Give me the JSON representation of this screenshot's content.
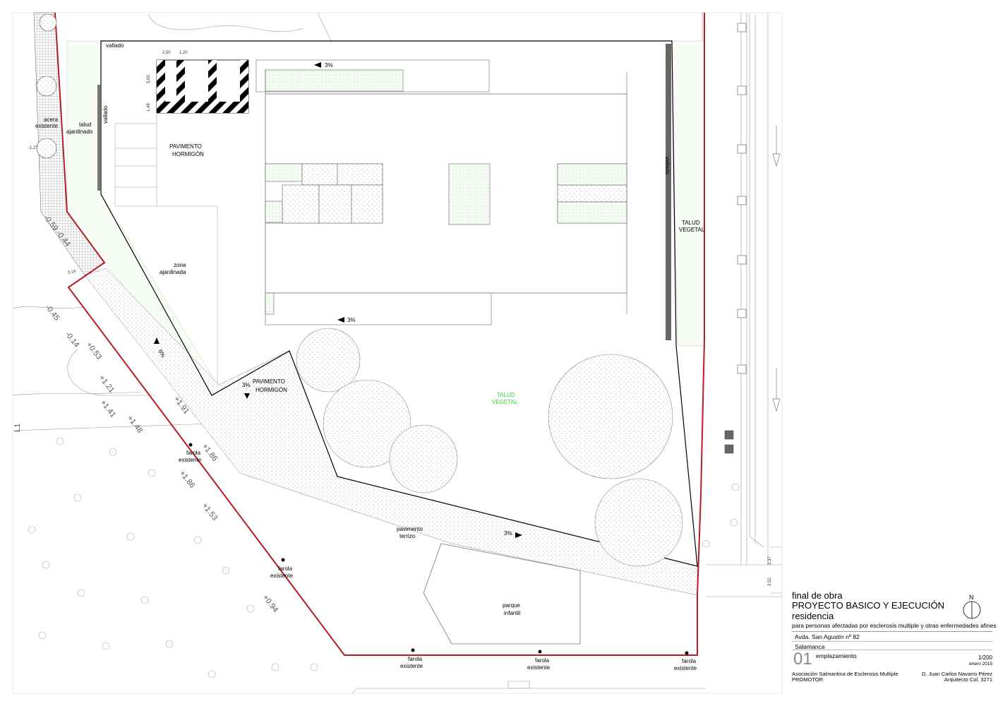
{
  "sheet": {
    "labels": {
      "vallado_top": "vallado",
      "vallado_left": "vallado",
      "vallado_right": "vallado",
      "dim_250": "2,50",
      "dim_120": "1,20",
      "dim_500": "5,00",
      "dim_148": "1,48",
      "slope_top": "3%",
      "slope_mid": "3%",
      "slope_ramp": "6%",
      "slope_pav": "3%",
      "slope_terrizo": "3%",
      "acera_existente_1": "acera",
      "acera_existente_2": "existente",
      "talud_ajardinado_1": "talud",
      "talud_ajardinado_2": "ajardinado",
      "pav_horm_1": "PAVIMENTO",
      "pav_horm_2": "HORMIGÓN",
      "zona_ajardinada_1": "zona",
      "zona_ajardinada_2": "ajardinada",
      "talud_vegetal_1": "TALUD",
      "talud_vegetal_2": "VEGETAL",
      "talud_vegetal_green_1": "TALUD",
      "talud_vegetal_green_2": "VEGETAL",
      "pav_horm_b_1": "PAVIMENTO",
      "pav_horm_b_2": "HORMIGÓN",
      "pavimento_terrizo_1": "pavimento",
      "pavimento_terrizo_2": "terrizo",
      "parque_infantil_1": "parque",
      "parque_infantil_2": "infantil",
      "farola_1": "farola",
      "existente_1": "existente",
      "farola_2": "farola",
      "existente_2": "existente",
      "farola_3": "farola",
      "existente_3": "existente",
      "farola_4": "farola",
      "existente_4": "existente",
      "farola_5": "farola",
      "existente_5": "existente",
      "lvl_m127": "-1.27",
      "lvl_m059": "-0.59 -0.44",
      "lvl_319": "3.19",
      "lvl_m045": "-0.45",
      "lvl_014": "-0.14",
      "lvl_053": "+0.53",
      "lvl_121": "+1.21",
      "lvl_141": "+1.41",
      "lvl_148": "+1.48",
      "lvl_191": "+1.91",
      "lvl_186a": "+1.86",
      "lvl_186b": "+1.86",
      "lvl_153": "+1.53",
      "lvl_094": "+0.94",
      "lvl_l1": "L1",
      "dim_237": "2.37",
      "dim_352": "3.52"
    }
  },
  "title_block": {
    "status": "final de obra",
    "project": "PROYECTO BASICO Y EJECUCIÓN",
    "building": "residencia",
    "description": "para personas afectadas por esclerosis multiple y otras enfermedades afines",
    "address": "Avda. San Agustín nº 82",
    "city": "Salamanca",
    "sheet_number": "01",
    "sheet_name": "emplazamiento",
    "scale": "1/200",
    "date": "enero 2015",
    "client": "Asociación Salmantina de Esclerosis Multiple",
    "client_role": "PROMOTOR",
    "architect": "D. Juan Carlos Navarro Pérez",
    "architect_reg": "Arquitecto Col. 3271",
    "north_label": "N"
  }
}
